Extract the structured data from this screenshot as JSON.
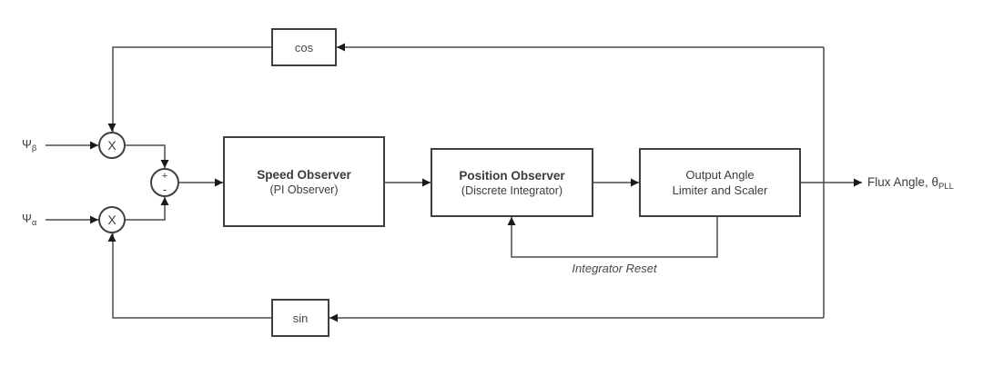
{
  "diagram": {
    "background_color": "#ffffff",
    "line_color": "#4c4c4c",
    "inputs": {
      "psi_beta": {
        "symbol": "Ψ",
        "subscript": "β"
      },
      "psi_alpha": {
        "symbol": "Ψ",
        "subscript": "α"
      }
    },
    "operators": {
      "multiplier_top": "X",
      "multiplier_bottom": "X",
      "summer_plus": "+",
      "summer_minus": "-"
    },
    "blocks": {
      "cos": {
        "label": "cos"
      },
      "sin": {
        "label": "sin"
      },
      "speed_observer": {
        "title": "Speed Observer",
        "subtitle": "(PI Observer)"
      },
      "position_observer": {
        "title": "Position Observer",
        "subtitle": "(Discrete Integrator)"
      },
      "output_angle": {
        "line1": "Output Angle",
        "line2": "Limiter and Scaler"
      }
    },
    "output": {
      "label": "Flux Angle, θ",
      "subscript": "PLL"
    },
    "annotations": {
      "integrator_reset": "Integrator Reset"
    }
  }
}
